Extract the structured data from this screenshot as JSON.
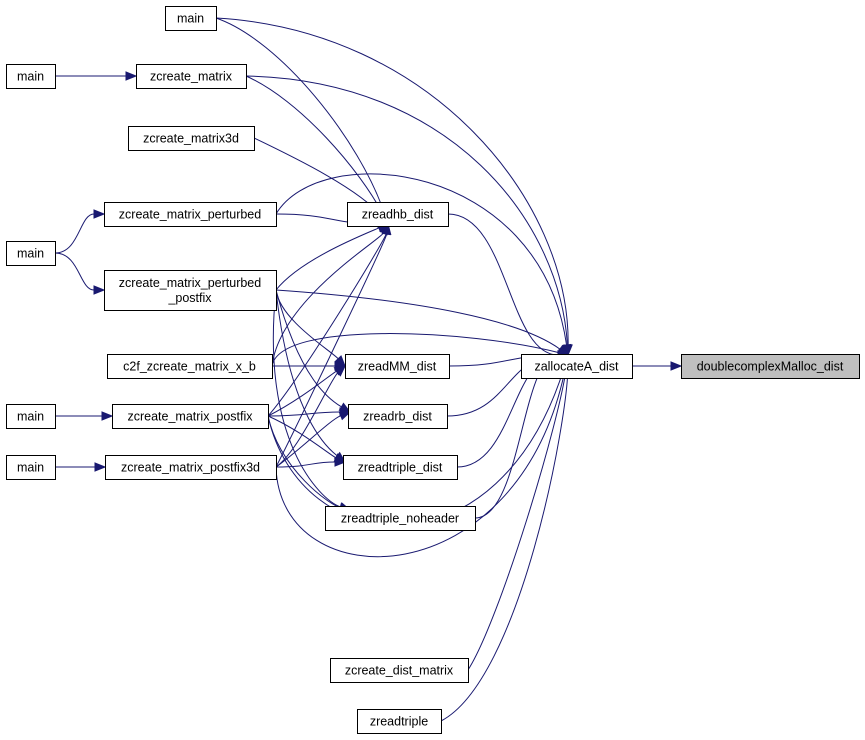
{
  "graph": {
    "colors": {
      "edge": "#191970",
      "node_border": "#000000",
      "node_fill": "#ffffff",
      "highlight_fill": "#bfbfbf"
    },
    "nodes": {
      "doublecomplexmalloc_dist": {
        "label": [
          "doublecomplexMalloc_dist"
        ]
      },
      "zallocatea_dist": {
        "label": [
          "zallocateA_dist"
        ]
      },
      "zreadhb_dist": {
        "label": [
          "zreadhb_dist"
        ]
      },
      "zreadmm_dist": {
        "label": [
          "zreadMM_dist"
        ]
      },
      "zreadrb_dist": {
        "label": [
          "zreadrb_dist"
        ]
      },
      "zreadtriple_dist": {
        "label": [
          "zreadtriple_dist"
        ]
      },
      "zreadtriple_noheader": {
        "label": [
          "zreadtriple_noheader"
        ]
      },
      "zcreate_dist_matrix": {
        "label": [
          "zcreate_dist_matrix"
        ]
      },
      "zreadtriple": {
        "label": [
          "zreadtriple"
        ]
      },
      "zcreate_matrix": {
        "label": [
          "zcreate_matrix"
        ]
      },
      "zcreate_matrix3d": {
        "label": [
          "zcreate_matrix3d"
        ]
      },
      "zcreate_matrix_perturbed": {
        "label": [
          "zcreate_matrix_perturbed"
        ]
      },
      "zcreate_matrix_perturbed_postfix": {
        "label": [
          "zcreate_matrix_perturbed",
          "_postfix"
        ]
      },
      "c2f_zcreate_matrix_x_b": {
        "label": [
          "c2f_zcreate_matrix_x_b"
        ]
      },
      "zcreate_matrix_postfix": {
        "label": [
          "zcreate_matrix_postfix"
        ]
      },
      "zcreate_matrix_postfix3d": {
        "label": [
          "zcreate_matrix_postfix3d"
        ]
      },
      "main_1": {
        "label": [
          "main"
        ]
      },
      "main_2": {
        "label": [
          "main"
        ]
      },
      "main_3": {
        "label": [
          "main"
        ]
      },
      "main_4": {
        "label": [
          "main"
        ]
      },
      "main_5": {
        "label": [
          "main"
        ]
      }
    },
    "edges": [
      [
        "zallocatea_dist",
        "doublecomplexmalloc_dist"
      ],
      [
        "zreadhb_dist",
        "zallocatea_dist"
      ],
      [
        "zreadmm_dist",
        "zallocatea_dist"
      ],
      [
        "zreadrb_dist",
        "zallocatea_dist"
      ],
      [
        "zreadtriple_dist",
        "zallocatea_dist"
      ],
      [
        "zreadtriple_noheader",
        "zallocatea_dist"
      ],
      [
        "zcreate_dist_matrix",
        "zallocatea_dist"
      ],
      [
        "zreadtriple",
        "zallocatea_dist"
      ],
      [
        "main_1",
        "zallocatea_dist"
      ],
      [
        "zcreate_matrix",
        "zallocatea_dist"
      ],
      [
        "zcreate_matrix_perturbed",
        "zallocatea_dist"
      ],
      [
        "zcreate_matrix_perturbed_postfix",
        "zallocatea_dist"
      ],
      [
        "c2f_zcreate_matrix_x_b",
        "zallocatea_dist"
      ],
      [
        "zcreate_matrix_postfix",
        "zallocatea_dist"
      ],
      [
        "zcreate_matrix_postfix3d",
        "zallocatea_dist"
      ],
      [
        "main_1",
        "zreadhb_dist"
      ],
      [
        "zcreate_matrix",
        "zreadhb_dist"
      ],
      [
        "zcreate_matrix3d",
        "zreadhb_dist"
      ],
      [
        "zcreate_matrix_perturbed",
        "zreadhb_dist"
      ],
      [
        "zcreate_matrix_perturbed_postfix",
        "zreadhb_dist"
      ],
      [
        "c2f_zcreate_matrix_x_b",
        "zreadhb_dist"
      ],
      [
        "zcreate_matrix_postfix",
        "zreadhb_dist"
      ],
      [
        "zcreate_matrix_postfix3d",
        "zreadhb_dist"
      ],
      [
        "c2f_zcreate_matrix_x_b",
        "zreadmm_dist"
      ],
      [
        "zcreate_matrix_perturbed_postfix",
        "zreadmm_dist"
      ],
      [
        "zcreate_matrix_postfix",
        "zreadmm_dist"
      ],
      [
        "zcreate_matrix_postfix3d",
        "zreadmm_dist"
      ],
      [
        "zcreate_matrix_perturbed_postfix",
        "zreadrb_dist"
      ],
      [
        "zcreate_matrix_postfix",
        "zreadrb_dist"
      ],
      [
        "zcreate_matrix_postfix3d",
        "zreadrb_dist"
      ],
      [
        "zcreate_matrix_perturbed_postfix",
        "zreadtriple_dist"
      ],
      [
        "zcreate_matrix_postfix",
        "zreadtriple_dist"
      ],
      [
        "zcreate_matrix_postfix3d",
        "zreadtriple_dist"
      ],
      [
        "zcreate_matrix_perturbed_postfix",
        "zreadtriple_noheader"
      ],
      [
        "zcreate_matrix_postfix",
        "zreadtriple_noheader"
      ],
      [
        "main_2",
        "zcreate_matrix"
      ],
      [
        "main_3",
        "zcreate_matrix_perturbed"
      ],
      [
        "main_3",
        "zcreate_matrix_perturbed_postfix"
      ],
      [
        "main_4",
        "zcreate_matrix_postfix"
      ],
      [
        "main_5",
        "zcreate_matrix_postfix3d"
      ]
    ]
  }
}
